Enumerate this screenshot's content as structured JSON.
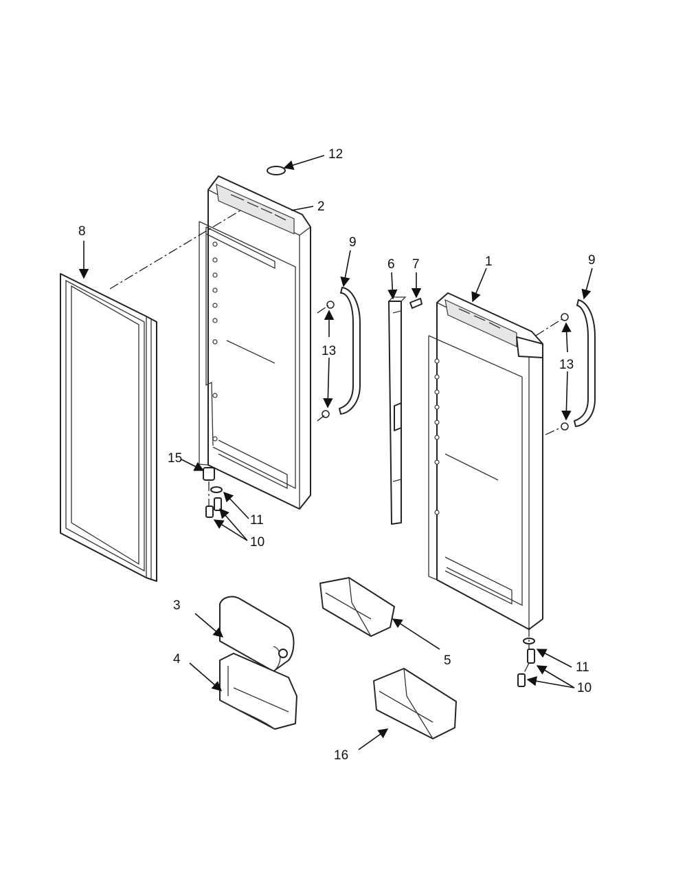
{
  "labels": {
    "p1": "1",
    "p2": "2",
    "p3": "3",
    "p4": "4",
    "p5": "5",
    "p6": "6",
    "p7": "7",
    "p8": "8",
    "p9a": "9",
    "p9b": "9",
    "p10a": "10",
    "p10b": "10",
    "p11a": "11",
    "p11b": "11",
    "p12": "12",
    "p13a": "13",
    "p13b": "13",
    "p15": "15",
    "p16": "16"
  },
  "colors": {
    "line": "#222222",
    "background": "#ffffff"
  }
}
